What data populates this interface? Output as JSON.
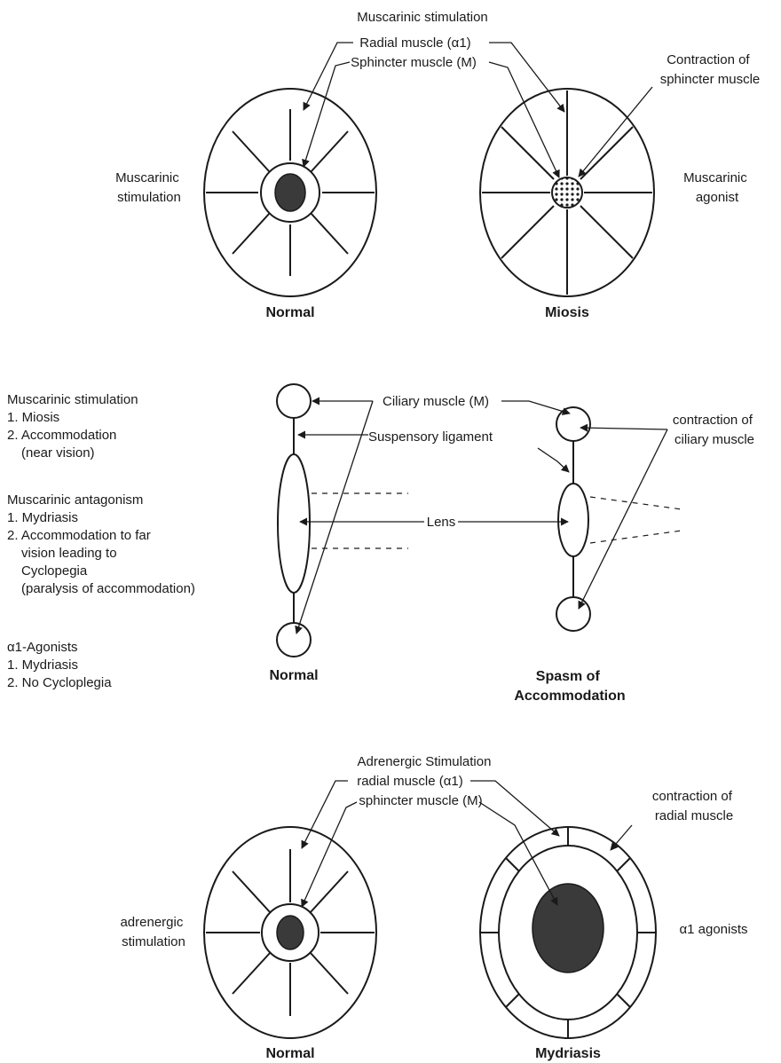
{
  "panels": {
    "top": {
      "header": "Muscarinic stimulation",
      "radial_label": "Radial muscle (α1)",
      "sphincter_label": "Sphincter muscle (M)",
      "left_side_label": [
        "Muscarinic",
        "stimulation"
      ],
      "right_side_label": [
        "Muscarinic",
        "agonist"
      ],
      "contraction_label": [
        "Contraction of",
        "sphincter muscle"
      ],
      "left_caption": "Normal",
      "right_caption": "Miosis"
    },
    "middle": {
      "ciliary_label": "Ciliary muscle (M)",
      "ligament_label": "Suspensory ligament",
      "lens_label": "Lens",
      "contraction_label": [
        "contraction of",
        "ciliary muscle"
      ],
      "left_caption": "Normal",
      "right_caption": [
        "Spasm of",
        "Accommodation"
      ]
    },
    "bottom": {
      "header": "Adrenergic Stimulation",
      "radial_label": "radial muscle (α1)",
      "sphincter_label": "sphincter muscle (M)",
      "left_side_label": [
        "adrenergic",
        "stimulation"
      ],
      "right_side_label": "α1 agonists",
      "contraction_label": [
        "contraction of",
        "radial muscle"
      ],
      "left_caption": "Normal",
      "right_caption": "Mydriasis"
    }
  },
  "notes": {
    "muscarinic_stimulation": {
      "title": "Muscarinic stimulation",
      "items": [
        "1. Miosis",
        "2. Accommodation",
        "(near vision)"
      ]
    },
    "muscarinic_antagonism": {
      "title": "Muscarinic antagonism",
      "items": [
        "1. Mydriasis",
        "2. Accommodation to far",
        "vision leading to",
        "Cyclopegia",
        "(paralysis of accommodation)"
      ]
    },
    "alpha1_agonists": {
      "title": "α1-Agonists",
      "items": [
        "1. Mydriasis",
        "2. No Cycloplegia"
      ]
    }
  },
  "colors": {
    "ink": "#1a1a1a",
    "pupil": "#3a3a3a",
    "background": "#ffffff"
  }
}
